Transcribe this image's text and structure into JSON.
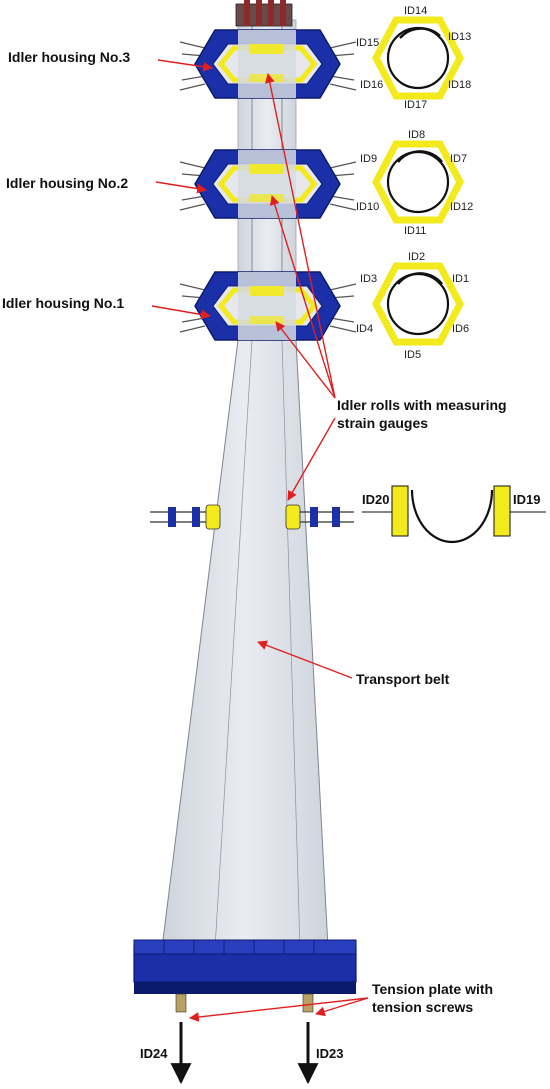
{
  "labels": {
    "housing3": "Idler housing No.3",
    "housing2": "Idler housing No.2",
    "housing1": "Idler housing No.1",
    "idler_rolls_line1": "Idler rolls with measuring",
    "idler_rolls_line2": "strain gauges",
    "transport_belt": "Transport belt",
    "tension_line1": "Tension plate with",
    "tension_line2": "tension screws"
  },
  "sensor_ids": {
    "housing3": {
      "top": "ID14",
      "upper_left": "ID15",
      "upper_right": "ID13",
      "lower_left": "ID16",
      "lower_right": "ID18",
      "bottom": "ID17"
    },
    "housing2": {
      "top": "ID8",
      "upper_left": "ID9",
      "upper_right": "ID7",
      "lower_left": "ID10",
      "lower_right": "ID12",
      "bottom": "ID11"
    },
    "housing1": {
      "top": "ID2",
      "upper_left": "ID3",
      "upper_right": "ID1",
      "lower_left": "ID4",
      "lower_right": "ID6",
      "bottom": "ID5"
    },
    "side_left": "ID20",
    "side_right": "ID19",
    "bottom_left": "ID24",
    "bottom_right": "ID23"
  },
  "colors": {
    "housing_blue": "#1a2fa8",
    "housing_dark": "#0c1a6e",
    "roll_yellow": "#f2ea1c",
    "belt_gray": "#dde1e8",
    "arrow_red": "#e02020"
  }
}
